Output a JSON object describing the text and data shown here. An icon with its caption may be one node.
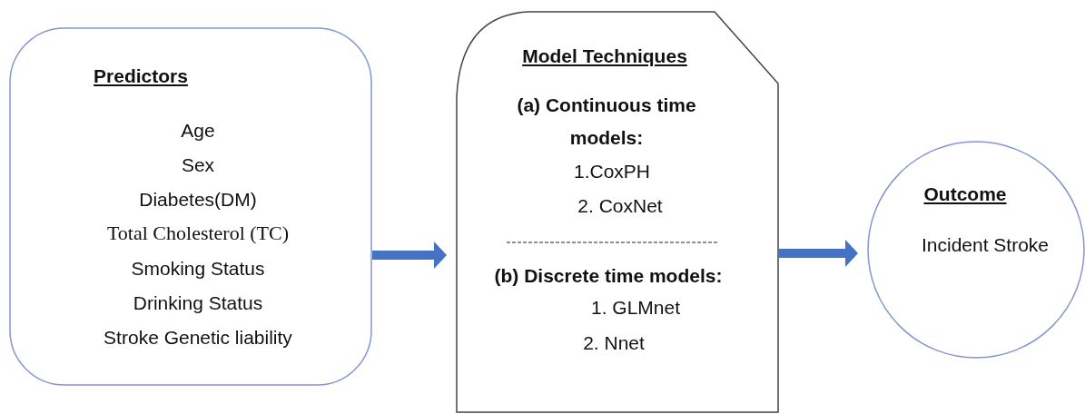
{
  "diagram": {
    "nodes": [
      {
        "text": [
          "Predictors",
          "Age",
          "Sex",
          "Diabetes(DM)",
          "Total Cholesterol (TC)",
          "Smoking Status",
          "Drinking Status",
          "Stroke Genetic liability"
        ]
      },
      {
        "text": [
          "Model Techniques",
          "(a) Continuous time models:",
          "1.CoxPH",
          "2. CoxNet",
          "(b) Discrete time models:",
          "1. GLMnet",
          "2. Nnet"
        ]
      },
      {
        "text": [
          "Outcome",
          "Incident Stroke"
        ]
      }
    ],
    "edges": [
      {
        "from": 0,
        "to": 1,
        "arrow": "to"
      },
      {
        "from": 1,
        "to": 2,
        "arrow": "to"
      }
    ]
  }
}
